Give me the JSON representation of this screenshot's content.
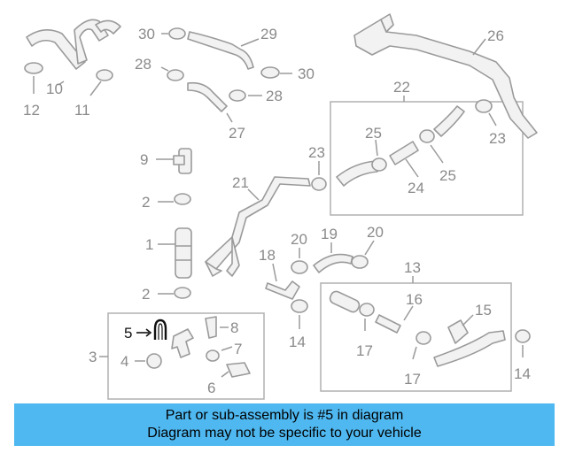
{
  "diagram": {
    "callouts": {
      "c1": "1",
      "c2a": "2",
      "c2b": "2",
      "c3": "3",
      "c4": "4",
      "c5": "5",
      "c6": "6",
      "c7": "7",
      "c8": "8",
      "c9": "9",
      "c10": "10",
      "c11": "11",
      "c12": "12",
      "c13": "13",
      "c14a": "14",
      "c14b": "14",
      "c15": "15",
      "c16": "16",
      "c17a": "17",
      "c17b": "17",
      "c18": "18",
      "c19": "19",
      "c20a": "20",
      "c20b": "20",
      "c21": "21",
      "c22": "22",
      "c23a": "23",
      "c23b": "23",
      "c24": "24",
      "c25a": "25",
      "c25b": "25",
      "c26": "26",
      "c27": "27",
      "c28a": "28",
      "c28b": "28",
      "c29": "29",
      "c30a": "30",
      "c30b": "30"
    },
    "highlight_color": "#111111",
    "part_color": "#9a9a9a"
  },
  "banner": {
    "line1": "Part or sub-assembly is #5 in diagram",
    "line2": "Diagram may not be specific to your vehicle",
    "color": "#4fb8f0"
  }
}
